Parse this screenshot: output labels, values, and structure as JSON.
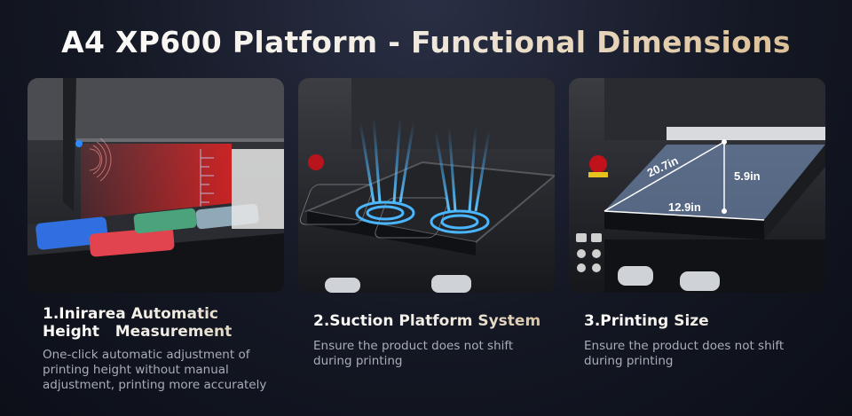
{
  "title": "A4 XP600 Platform - Functional Dimensions",
  "features": [
    {
      "title": "1.Inirarea Automatic\nHeight   Measurement",
      "description": "One-click automatic adjustment of printing height without manual adjustment, printing more accurately"
    },
    {
      "title": "2.Suction Platform System",
      "description": "Ensure the product does not shift during printing"
    },
    {
      "title": "3.Printing Size",
      "description": "Ensure the product does not shift during printing"
    }
  ],
  "dimensions": {
    "depth": "20.7in",
    "height": "5.9in",
    "width": "12.9in"
  },
  "colors": {
    "accent_gold": "#d2b38a",
    "laser_red": "#e0202a",
    "suction_blue": "#3fa9ff",
    "background": "#141824"
  }
}
